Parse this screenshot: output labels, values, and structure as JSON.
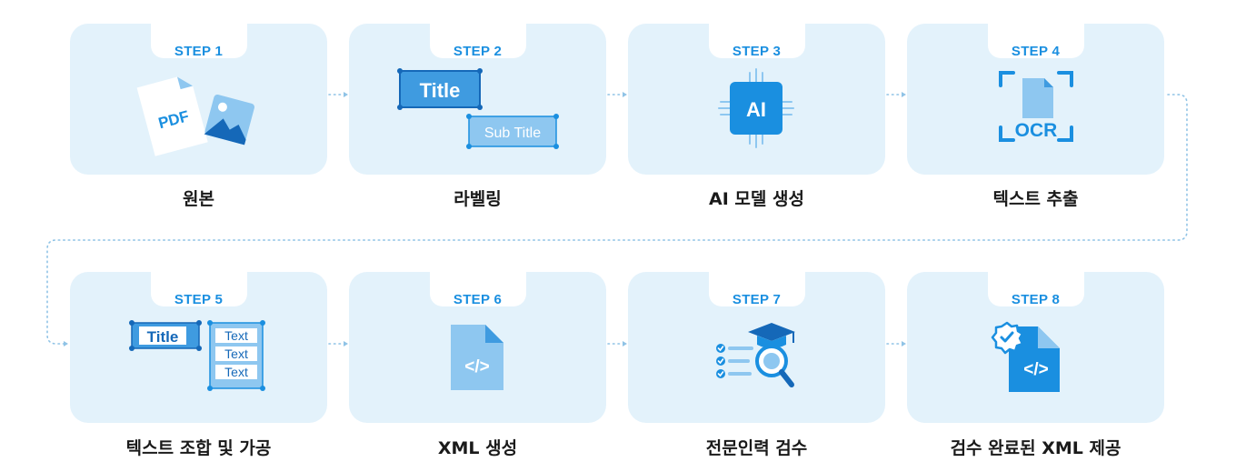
{
  "steps": [
    {
      "step": "STEP 1",
      "caption": "원본",
      "icon": "pdf-image-document-icon",
      "pdf_text": "PDF"
    },
    {
      "step": "STEP 2",
      "caption": "라벨링",
      "icon": "labeling-title-icon",
      "title_text": "Title",
      "subtitle_text": "Sub Title"
    },
    {
      "step": "STEP 3",
      "caption": "AI 모델 생성",
      "icon": "ai-chip-icon",
      "chip_text": "AI"
    },
    {
      "step": "STEP 4",
      "caption": "텍스트 추출",
      "icon": "ocr-scan-icon",
      "ocr_text": "OCR"
    },
    {
      "step": "STEP 5",
      "caption": "텍스트 조합 및 가공",
      "icon": "text-combine-icon",
      "title_text": "Title",
      "text_rows": [
        "Text",
        "Text",
        "Text"
      ]
    },
    {
      "step": "STEP 6",
      "caption": "XML 생성",
      "icon": "xml-file-icon",
      "code_text": "</>"
    },
    {
      "step": "STEP 7",
      "caption": "전문인력 검수",
      "icon": "expert-review-icon"
    },
    {
      "step": "STEP 8",
      "caption": "검수 완료된 XML 제공",
      "icon": "verified-xml-file-icon",
      "code_text": "</>"
    }
  ],
  "colors": {
    "card_bg": "#e3f2fb",
    "accent": "#1a8fe0",
    "dark_blue": "#1568b8",
    "light_blue": "#8ec7f0",
    "connector": "#8fc3e6"
  }
}
